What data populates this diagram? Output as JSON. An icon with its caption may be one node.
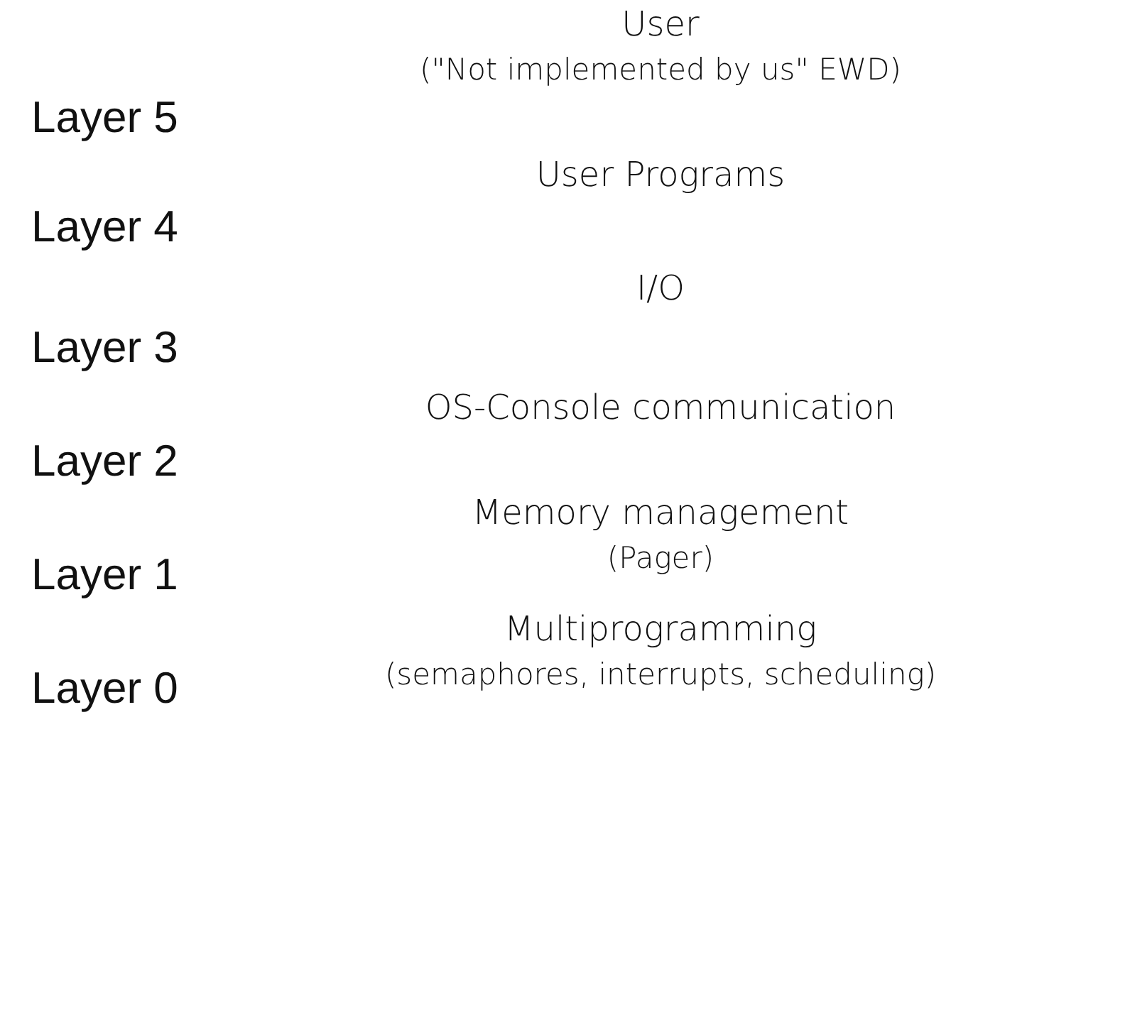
{
  "diagram": {
    "labels": [
      "Layer 5",
      "User (\"Not implemented by us\" EWD)",
      "Layer 4",
      "User Programs",
      "Layer 3",
      "I/O",
      "Layer 2",
      "OS-Console communication",
      "Layer 1",
      "Memory management (Pager)",
      "Layer 0",
      "Multiprogramming (semaphores, interrupts, scheduling)"
    ]
  }
}
